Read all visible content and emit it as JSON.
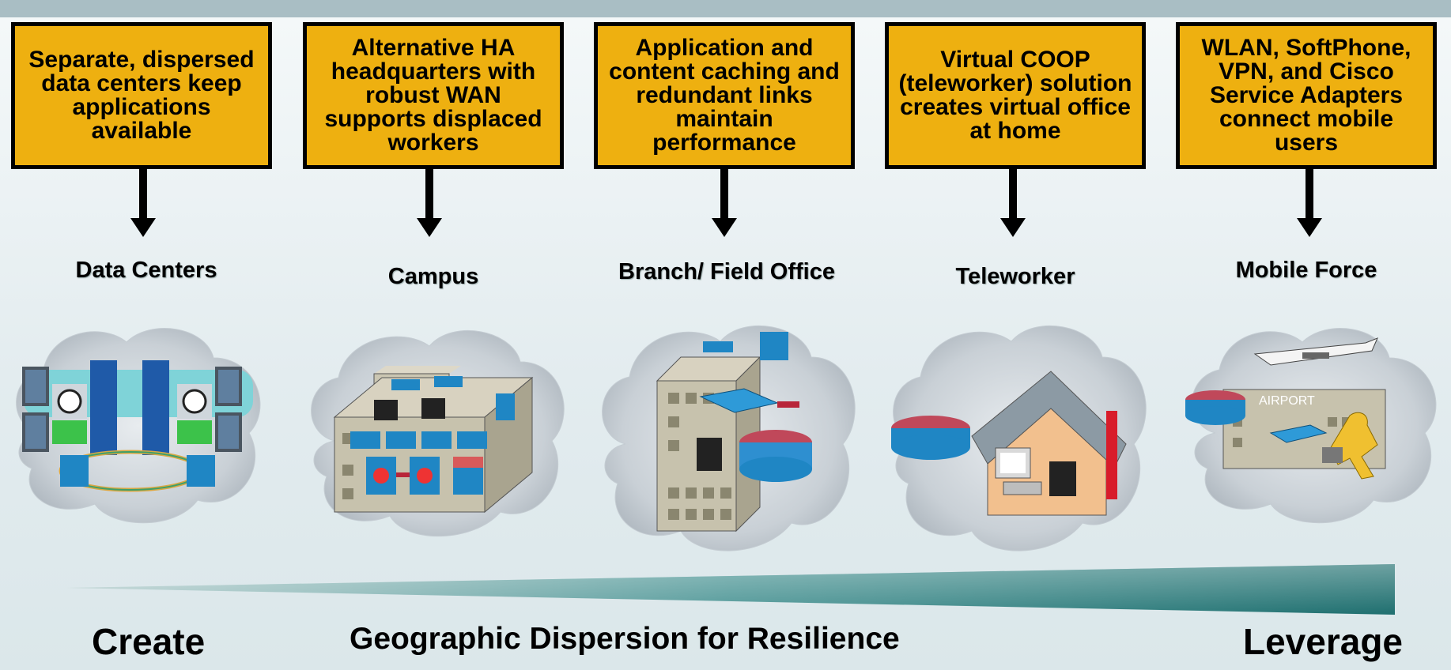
{
  "columns": [
    {
      "box_text": "Separate, dispersed data centers keep applications available",
      "label": "Data Centers"
    },
    {
      "box_text": "Alternative HA headquarters with robust WAN supports displaced workers",
      "label": "Campus"
    },
    {
      "box_text": "Application and content caching and redundant links maintain performance",
      "label": "Branch/ Field Office"
    },
    {
      "box_text": "Virtual COOP (teleworker) solution creates virtual office at home",
      "label": "Teleworker"
    },
    {
      "box_text": "WLAN, SoftPhone, VPN, and Cisco Service Adapters connect mobile users",
      "label": "Mobile Force"
    }
  ],
  "mobile_sign": "AIRPORT",
  "footer": {
    "left": "Create",
    "center": "Geographic Dispersion for Resilience",
    "right": "Leverage"
  },
  "colors": {
    "box": "#eeb010",
    "wedge": "#2e7a7a",
    "router": "#c0485a",
    "switch": "#2e8fd0"
  }
}
